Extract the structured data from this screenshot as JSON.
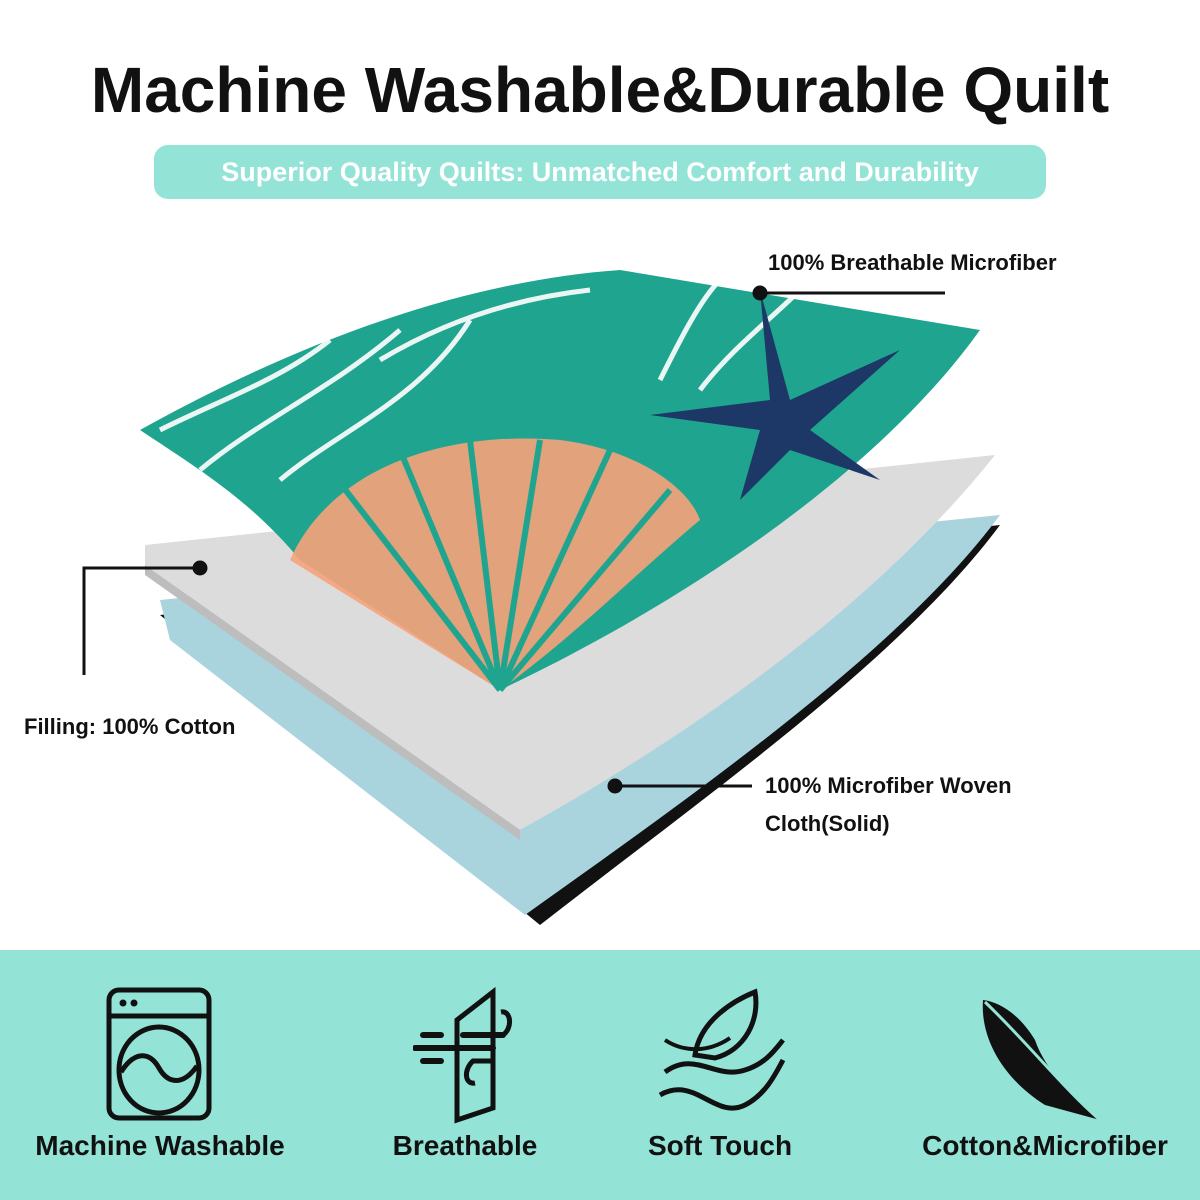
{
  "header": {
    "title": "Machine Washable&Durable Quilt",
    "subtitle": "Superior Quality Quilts: Unmatched Comfort and Durability"
  },
  "layers": {
    "top": "100% Breathable Microfiber",
    "middle": "Filling: 100% Cotton",
    "bottom_line1": "100% Microfiber Woven",
    "bottom_line2": "Cloth(Solid)"
  },
  "features": [
    {
      "label": "Machine Washable",
      "icon": "washing-machine-icon"
    },
    {
      "label": "Breathable",
      "icon": "breathable-icon"
    },
    {
      "label": "Soft Touch",
      "icon": "feather-soft-icon"
    },
    {
      "label": "Cotton&Microfiber",
      "icon": "leaf-feather-icon"
    }
  ],
  "colors": {
    "accent": "#94e3d7",
    "teal": "#1fa58f",
    "coral": "#f6a27a",
    "navy": "#1d3766",
    "filling": "#dcdcdc",
    "backing": "#a9d4de"
  }
}
